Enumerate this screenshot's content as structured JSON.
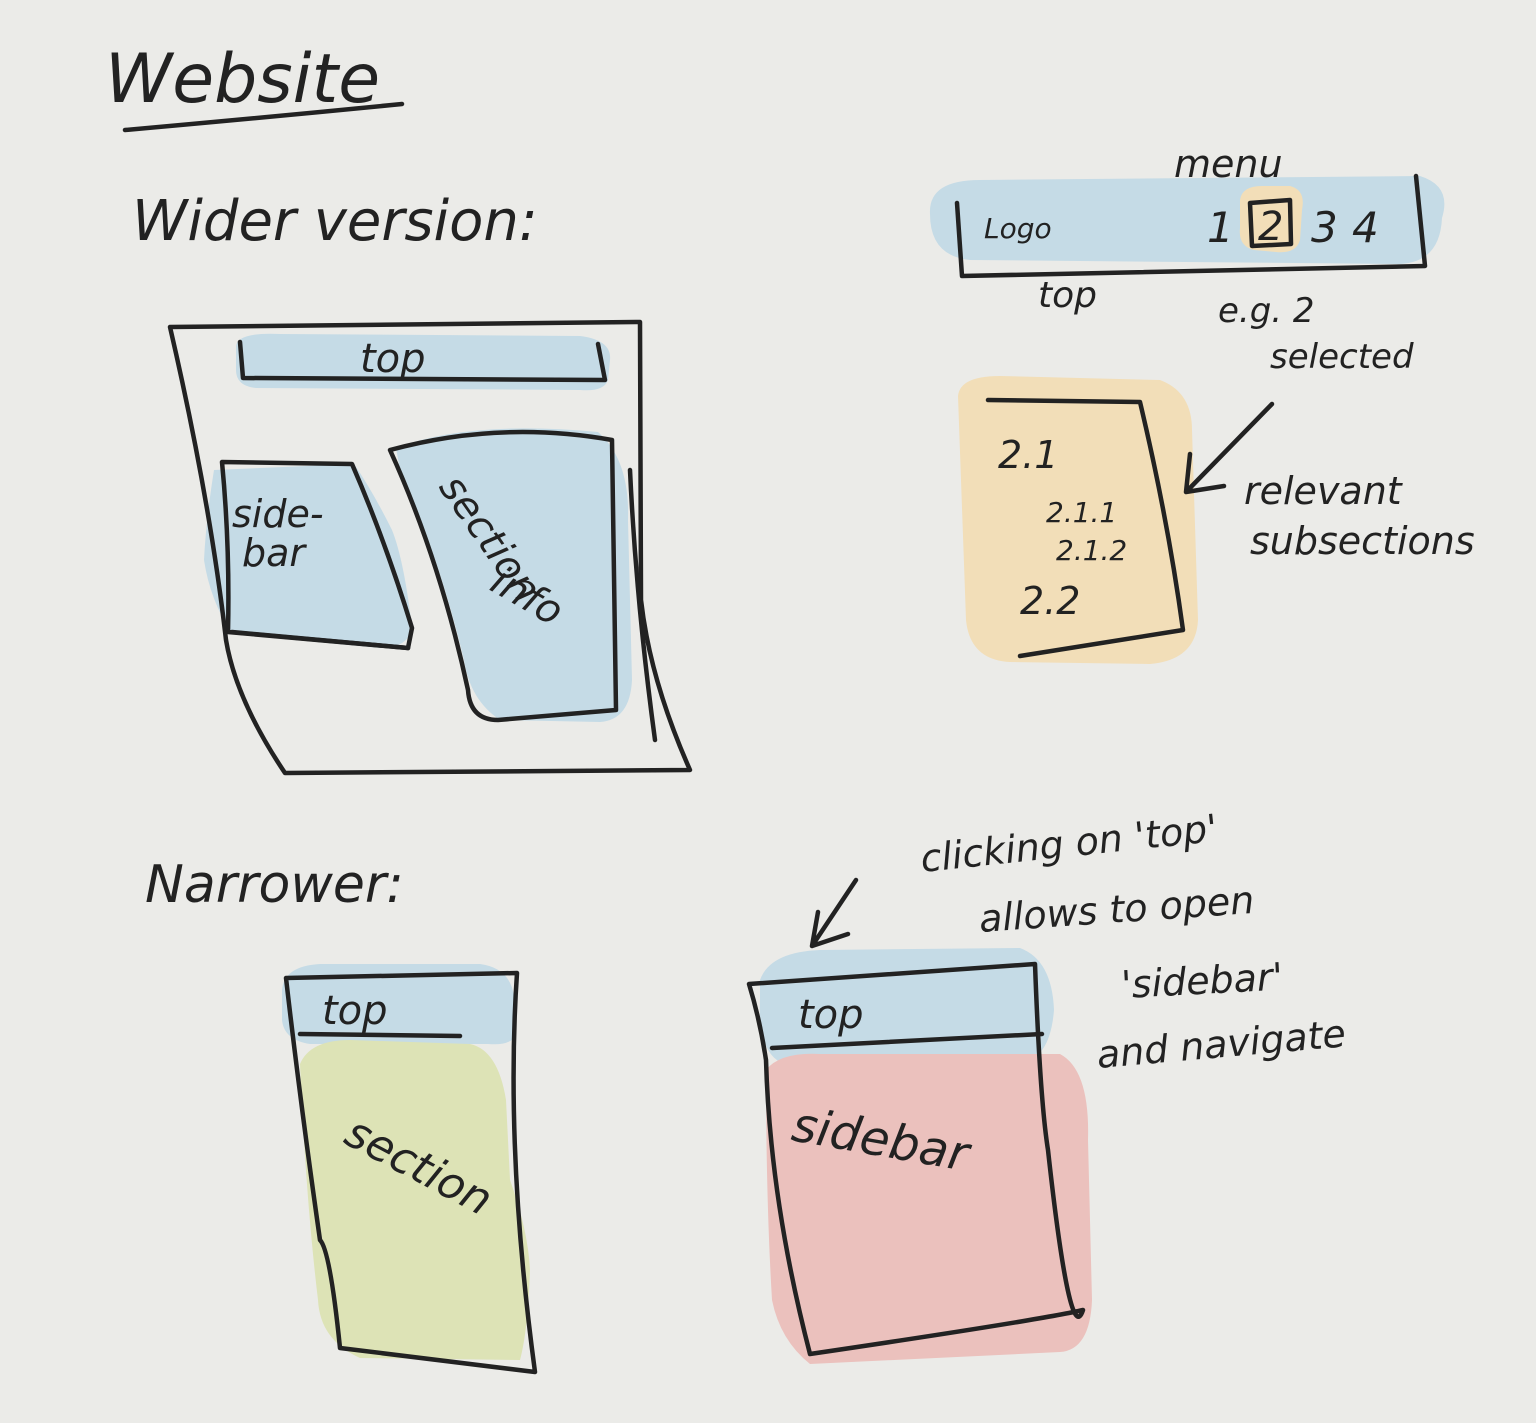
{
  "title": "Website",
  "wider": {
    "heading": "Wider version:",
    "top": "top",
    "sidebar": [
      "side-",
      "bar"
    ],
    "section_info": [
      "section",
      "info"
    ]
  },
  "menu": {
    "label": "menu",
    "logo": "Logo",
    "items": [
      "1",
      "2",
      "3",
      "4"
    ],
    "selected": "2",
    "top_label": "top",
    "selected_note": [
      "e.g. 2",
      "selected"
    ]
  },
  "subsections": {
    "items": [
      "2.1",
      "2.1.1",
      "2.1.2",
      "2.2"
    ],
    "note": [
      "relevant",
      "subsections"
    ]
  },
  "narrower": {
    "heading": "Narrower:",
    "left_top": "top",
    "left_section": "section",
    "right_top": "top",
    "right_sidebar": "sidebar",
    "note": [
      "clicking on 'top'",
      "allows to open",
      "'sidebar'",
      "and navigate"
    ]
  },
  "colors": {
    "background": "#ebebe8",
    "ink": "#222222",
    "blue": "#c5dbe6",
    "orange": "#f2deb8",
    "green": "#dde3b6",
    "red": "#ebc1bd"
  }
}
